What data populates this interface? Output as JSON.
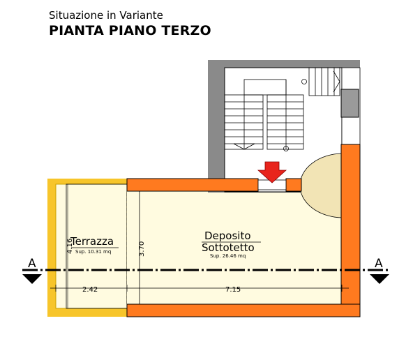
{
  "header": {
    "subtitle": "Situazione in Variante",
    "title": "PIANTA PIANO TERZO"
  },
  "rooms": {
    "terrazza": {
      "name": "Terrazza",
      "area": "Sup. 10.31 mq"
    },
    "deposito": {
      "name_line1": "Deposito",
      "name_line2": "Sottotetto",
      "area": "Sup. 26.46 mq"
    }
  },
  "dimensions": {
    "width_terrace": "2.42",
    "width_deposit": "7.15",
    "height_terrace": "4.16",
    "height_deposit": "3.70"
  },
  "section": {
    "left_marker": "A",
    "right_marker": "A"
  },
  "colors": {
    "wall_new": "#ff7a1f",
    "wall_existing": "#8a8a8a",
    "floor": "#fffbe0",
    "terrace_edge": "#f7c52a",
    "arrow": "#e8241c",
    "door_swing": "#f2e4b5"
  }
}
